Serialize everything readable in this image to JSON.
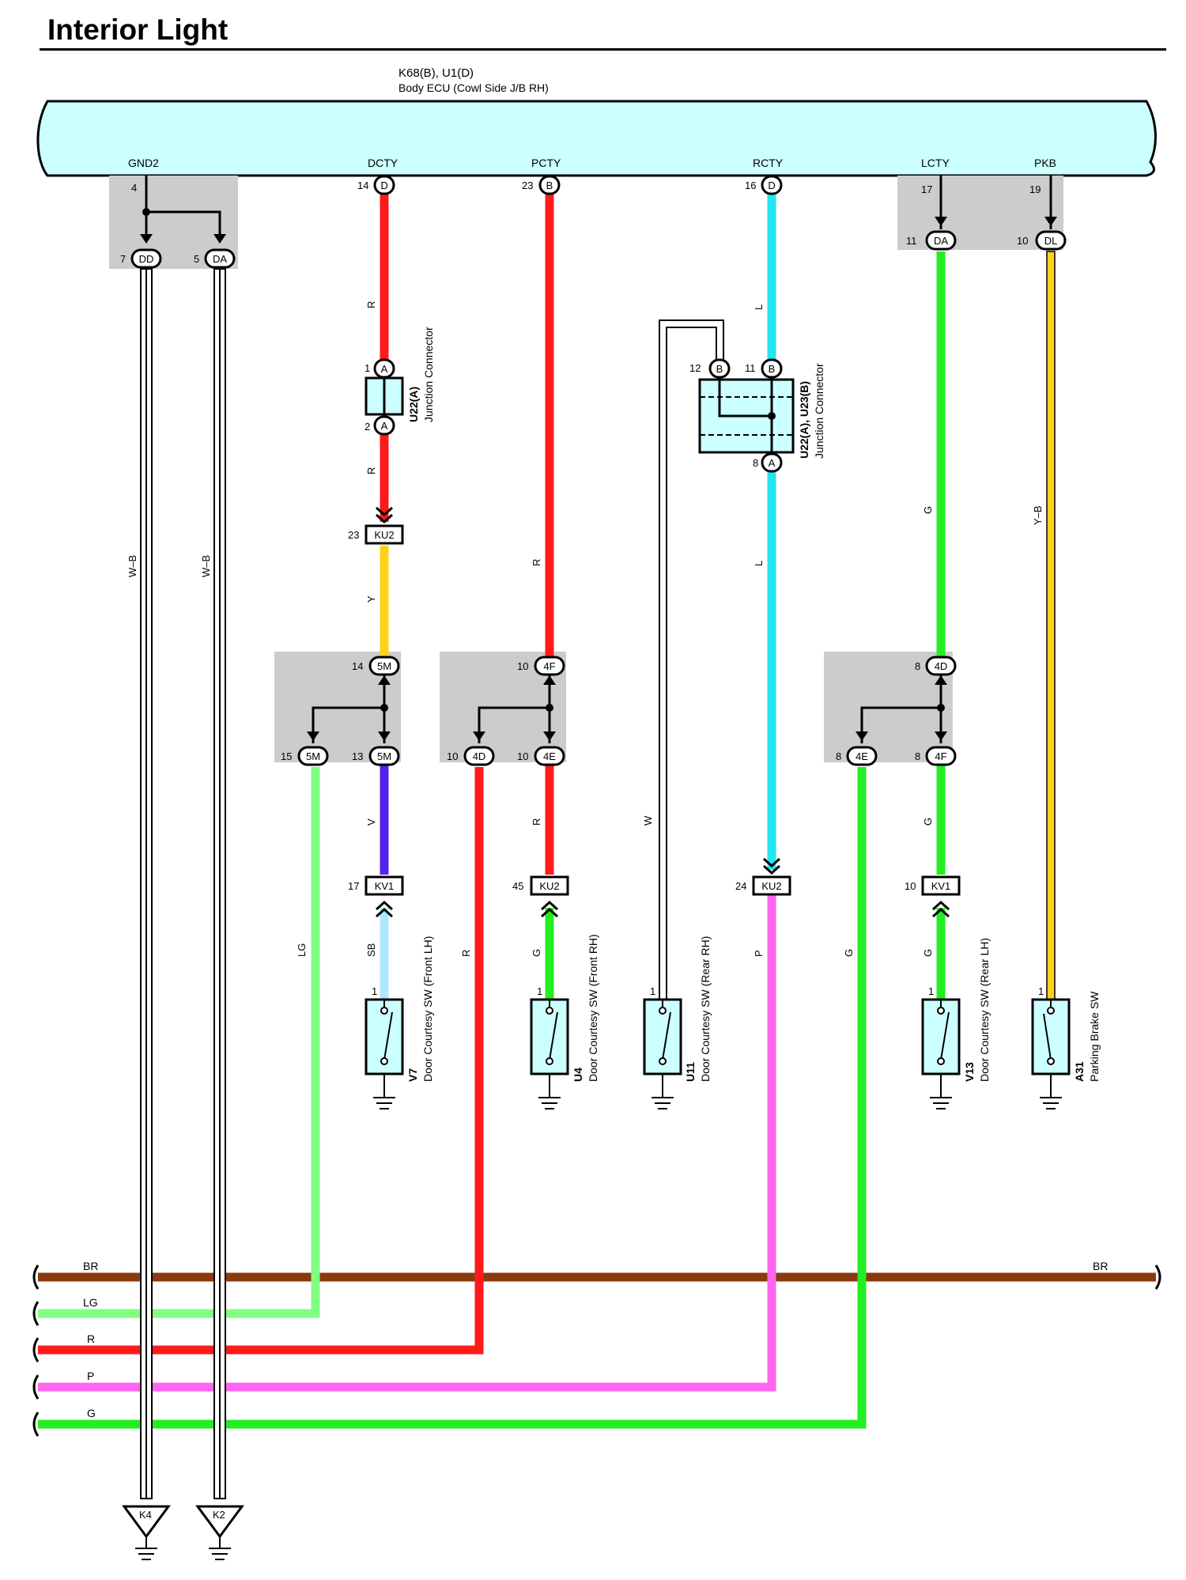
{
  "title": "Interior Light",
  "ecu": {
    "ref": "K68(B), U1(D)",
    "name": "Body ECU (Cowl Side J/B RH)",
    "terminals": [
      "GND2",
      "DCTY",
      "PCTY",
      "RCTY",
      "LCTY",
      "PKB"
    ]
  },
  "pins": {
    "gnd2": "4",
    "dd": "7",
    "da": "5",
    "dcty": "14",
    "pcty": "23",
    "rcty": "16",
    "lcty": "17",
    "pkb": "19",
    "lcty_da": "11",
    "pkb_dl": "10",
    "u22a_1": "1",
    "u22a_2": "2",
    "u22_12": "12",
    "u22_11": "11",
    "u22_8": "8",
    "ku2_23": "23",
    "kv1_17": "17",
    "ku2_45": "45",
    "ku2_24": "24",
    "kv1_10": "10",
    "d5m_14": "14",
    "d5m_15": "15",
    "d5m_13": "13",
    "d4f_10": "10",
    "d4d_10": "10",
    "d4e_10": "10",
    "d4d_8": "8",
    "d4e_8": "8",
    "d4f_8": "8",
    "sw_v7": "1",
    "sw_u4": "1",
    "sw_u11": "1",
    "sw_v13": "1",
    "sw_a31": "1"
  },
  "codes": {
    "D": "D",
    "B": "B",
    "A": "A",
    "DD": "DD",
    "DA": "DA",
    "DL": "DL",
    "KU2": "KU2",
    "KV1": "KV1",
    "5M": "5M",
    "4F": "4F",
    "4D": "4D",
    "4E": "4E",
    "K4": "K4",
    "K2": "K2"
  },
  "junction1": {
    "ref": "U22(A)",
    "name": "Junction Connector"
  },
  "junction2": {
    "ref": "U22(A), U23(B)",
    "name": "Junction Connector"
  },
  "switches": [
    {
      "ref": "V7",
      "name": "Door Courtesy SW (Front LH)"
    },
    {
      "ref": "U4",
      "name": "Door Courtesy SW (Front RH)"
    },
    {
      "ref": "U11",
      "name": "Door Courtesy SW (Rear RH)"
    },
    {
      "ref": "V13",
      "name": "Door Courtesy SW (Rear LH)"
    },
    {
      "ref": "A31",
      "name": "Parking Brake SW"
    }
  ],
  "wires": {
    "wb": "W–B",
    "r": "R",
    "y": "Y",
    "v": "V",
    "sb": "SB",
    "lg": "LG",
    "g": "G",
    "l": "L",
    "w": "W",
    "p": "P",
    "yb": "Y–B",
    "br": "BR"
  },
  "colors": {
    "bus": "#ccffff",
    "red": "#ff1a1a",
    "yellow": "#ffd21a",
    "violet": "#5522ee",
    "skyblue": "#aee8ff",
    "lightgreen": "#80ff80",
    "green": "#22ee22",
    "blue": "#22e6f0",
    "pink": "#ff66ee",
    "brown": "#8b3a0e",
    "grey_box": "#cccccc",
    "yellow_wire": "#ffd21a"
  }
}
